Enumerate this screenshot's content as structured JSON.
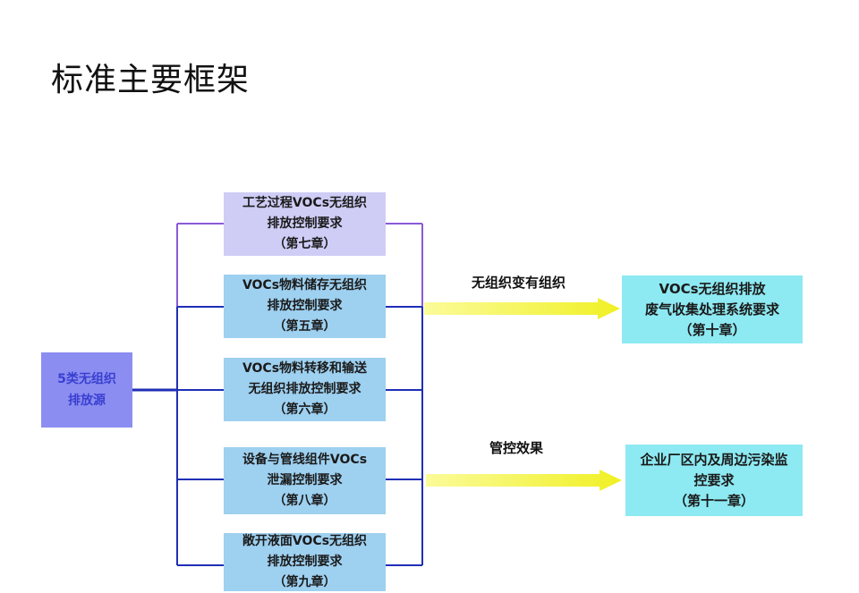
{
  "title": "标准主要框架",
  "source": {
    "lines": [
      "5类无组织",
      "排放源"
    ]
  },
  "chapters": [
    {
      "lines": [
        "工艺过程VOCs无组织",
        "排放控制要求",
        "（第七章）"
      ]
    },
    {
      "lines": [
        "VOCs物料储存无组织",
        "排放控制要求",
        "（第五章）"
      ]
    },
    {
      "lines": [
        "VOCs物料转移和输送",
        "无组织排放控制要求",
        "（第六章）"
      ]
    },
    {
      "lines": [
        "设备与管线组件VOCs",
        "泄漏控制要求",
        "（第八章）"
      ]
    },
    {
      "lines": [
        "敞开液面VOCs无组织",
        "排放控制要求",
        "（第九章）"
      ]
    }
  ],
  "arrows": [
    {
      "label": "无组织变有组织"
    },
    {
      "label": "管控效果"
    }
  ],
  "results": [
    {
      "lines": [
        "VOCs无组织排放",
        "废气收集处理系统要求",
        "（第十章）"
      ]
    },
    {
      "lines": [
        "企业厂区内及周边污染监",
        "控要求",
        "（第十一章）"
      ]
    }
  ],
  "colors": {
    "source_fill": "#8b8ef0",
    "chapter_purple_fill": "#cfcdf6",
    "chapter_blue_fill": "#9ed0f0",
    "result_fill": "#8de9f2",
    "arrow_fill": "#f2f23a",
    "line_blue": "#1f2fb5",
    "line_purple": "#8a5ad8"
  }
}
